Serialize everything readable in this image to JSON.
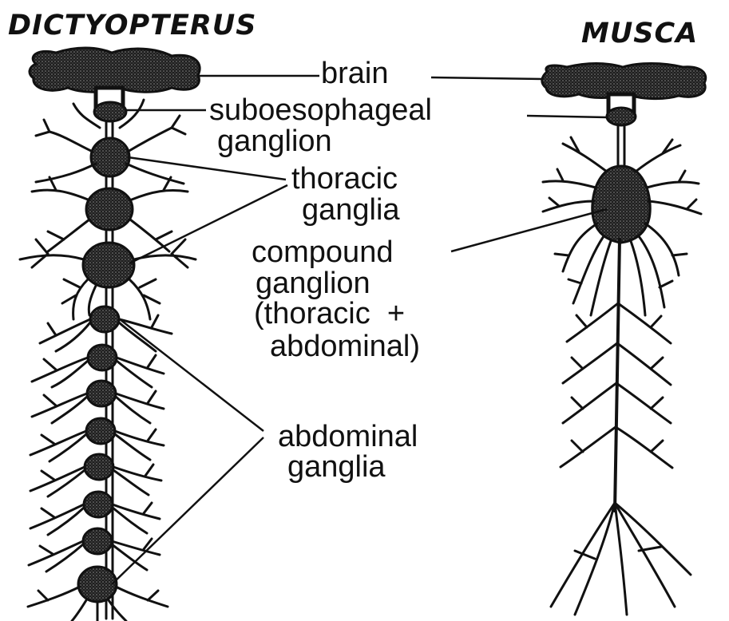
{
  "titles": {
    "left": "DICTYOPTERUS",
    "right": "MUSCA"
  },
  "labels": {
    "brain": "brain",
    "suboesophageal_1": "suboesophageal",
    "suboesophageal_2": "ganglion",
    "thoracic_1": "thoracic",
    "thoracic_2": "ganglia",
    "compound_1": "compound",
    "compound_2": "ganglion",
    "compound_3": "(thoracic  +",
    "compound_4": "abdominal)",
    "abdominal_1": "abdominal",
    "abdominal_2": "ganglia"
  },
  "colors": {
    "ink": "#111111",
    "ganglion_fill": "#2a2a2a"
  }
}
